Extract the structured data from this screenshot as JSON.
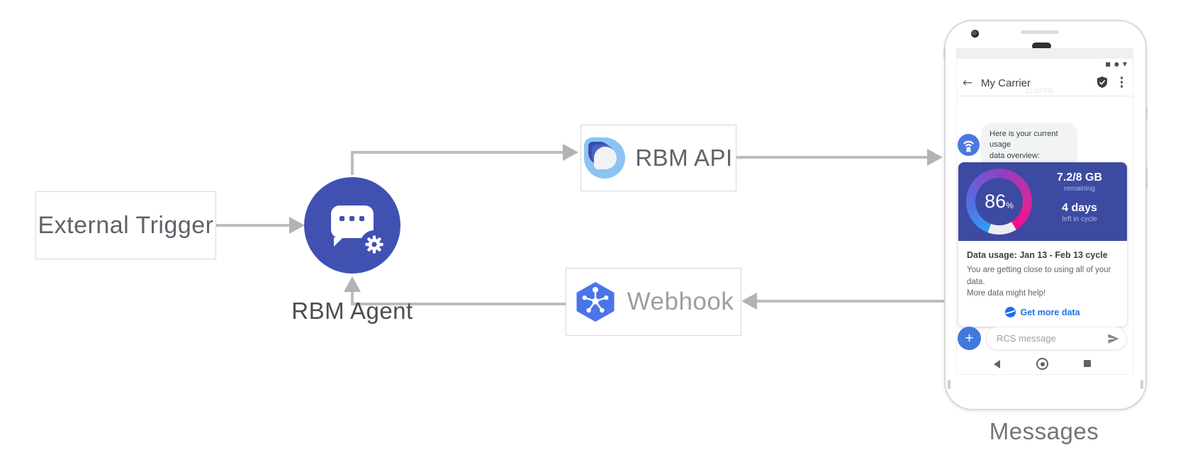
{
  "diagram": {
    "external_trigger": "External Trigger",
    "rbm_agent": "RBM Agent",
    "rbm_api": "RBM API",
    "webhook": "Webhook",
    "messages_caption": "Messages"
  },
  "phone": {
    "status_icons": [
      "■",
      "●",
      "▼"
    ],
    "header": {
      "back_glyph": "←",
      "title": "My Carrier",
      "faint_timestamp": "12:30 PM"
    },
    "chat": {
      "agent_message_line1": "Here is your current usage",
      "agent_message_line2": "data overview:"
    },
    "usage_card": {
      "percent_value": "86",
      "percent_unit": "%",
      "data_remaining_value": "7.2/8 GB",
      "data_remaining_caption": "remaining",
      "days_value": "4 days",
      "days_caption": "left in cycle",
      "title": "Data usage: Jan 13 - Feb 13 cycle",
      "body_line1": "You are getting close to using all of your data.",
      "body_line2": "More data might help!",
      "link_label": "Get more data"
    },
    "composer": {
      "plus_glyph": "+",
      "placeholder": "RCS message"
    }
  },
  "colors": {
    "indigo_agent": "#4051b2",
    "indigo_card": "#3d4aa1",
    "webhook_blue": "#4a74e8",
    "avatar_blue": "#4b79e2",
    "link_blue": "#1a73e8",
    "logo_lightblue": "#8cc3f3",
    "gauge_blue": "#2f9df5",
    "gauge_purple": "#9040c4",
    "gauge_pink": "#f20d8e",
    "arrow_gray": "#bdbdbd"
  }
}
